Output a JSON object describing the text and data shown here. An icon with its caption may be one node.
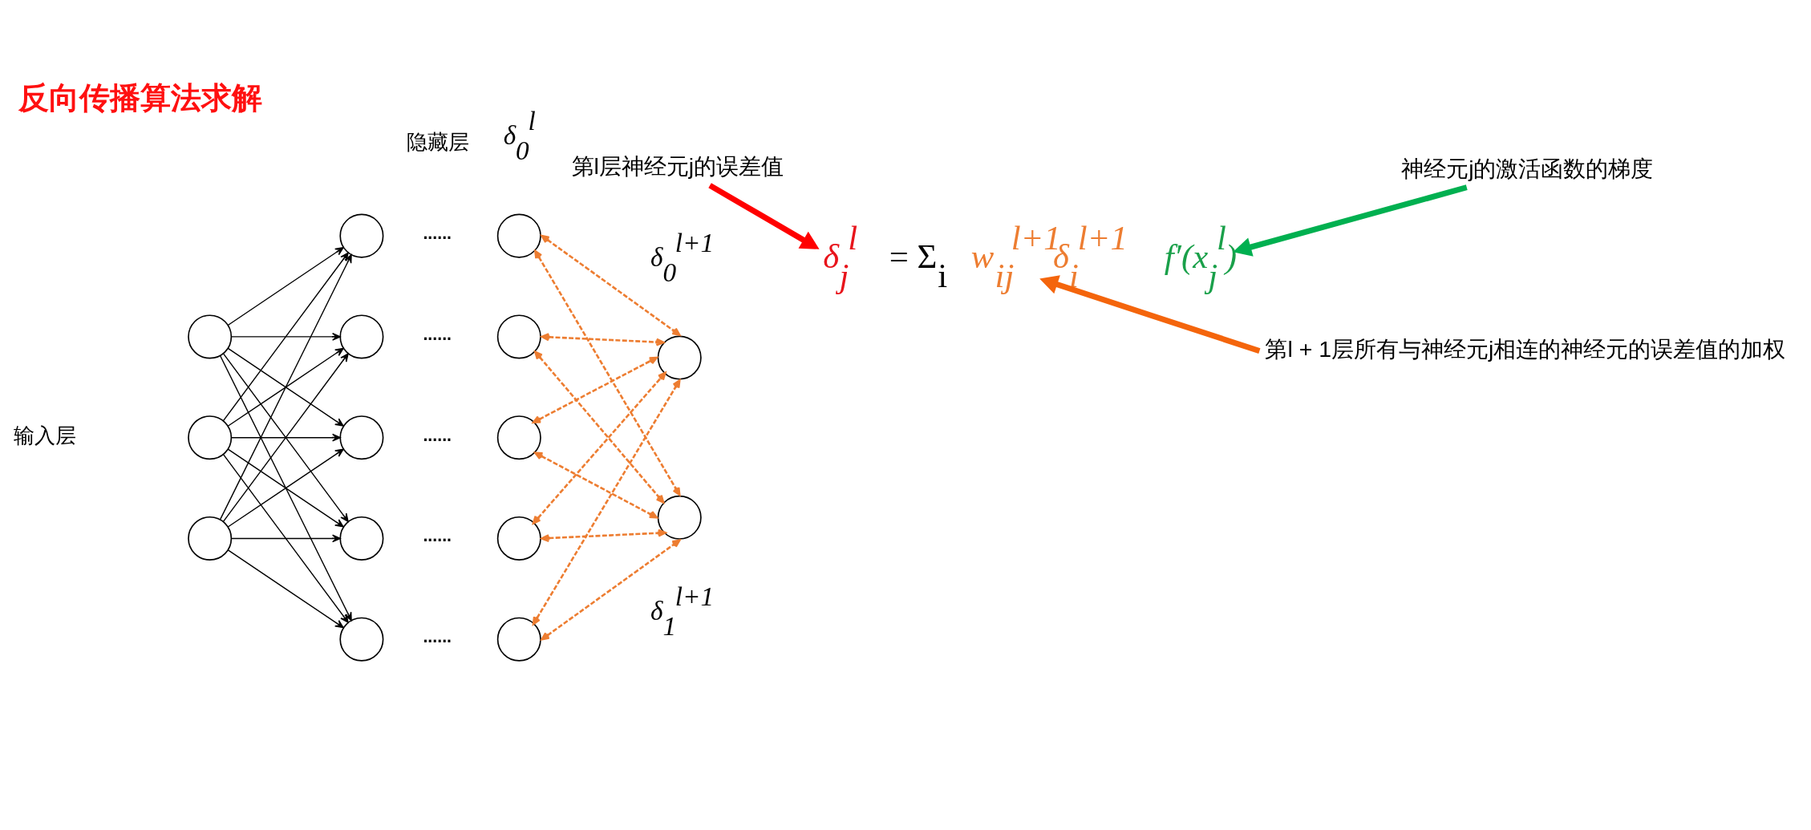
{
  "diagram": {
    "title": "反向传播算法求解",
    "nodes": [
      {
        "text": [],
        "shape": "circle"
      },
      {
        "text": [],
        "shape": "circle"
      },
      {
        "text": [],
        "shape": "circle"
      },
      {
        "text": [],
        "shape": "circle"
      },
      {
        "text": [],
        "shape": "circle"
      },
      {
        "text": [],
        "shape": "circle"
      },
      {
        "text": [],
        "shape": "circle"
      },
      {
        "text": [],
        "shape": "circle"
      },
      {
        "text": [],
        "shape": "circle",
        "beside": [
          "δ$_{0}$$^{l}$"
        ]
      },
      {
        "text": [],
        "shape": "circle"
      },
      {
        "text": [],
        "shape": "circle"
      },
      {
        "text": [],
        "shape": "circle"
      },
      {
        "text": [],
        "shape": "circle"
      },
      {
        "text": [],
        "shape": "circle",
        "beside": [
          "δ$_{0}$$^{l+1}$"
        ]
      },
      {
        "text": [],
        "shape": "circle",
        "beside": [
          "δ$_{1}$$^{l+1}$"
        ]
      },
      {
        "text": [
          "第l层神经元j的误差值"
        ]
      },
      {
        "text": [
          "神经元j的激活函数的梯度"
        ]
      },
      {
        "text": [
          "δ$_{j}$$^{l}$"
        ]
      },
      {
        "text": [
          "w$_{ij}$$^{l+1}$δ$_{i}$$^{l+1}$"
        ]
      },
      {
        "text": [
          "f′(x$_{j}$$^{l}$)"
        ]
      },
      {
        "text": [
          "第l + 1层所有与神经元j相连的神经元的误差值的加权"
        ]
      }
    ],
    "edges": [
      {
        "from": 0,
        "to": 3,
        "arrow": "to"
      },
      {
        "from": 0,
        "to": 4,
        "arrow": "to"
      },
      {
        "from": 0,
        "to": 5,
        "arrow": "to"
      },
      {
        "from": 0,
        "to": 6,
        "arrow": "to"
      },
      {
        "from": 0,
        "to": 7,
        "arrow": "to"
      },
      {
        "from": 1,
        "to": 3,
        "arrow": "to"
      },
      {
        "from": 1,
        "to": 4,
        "arrow": "to"
      },
      {
        "from": 1,
        "to": 5,
        "arrow": "to"
      },
      {
        "from": 1,
        "to": 6,
        "arrow": "to"
      },
      {
        "from": 1,
        "to": 7,
        "arrow": "to"
      },
      {
        "from": 2,
        "to": 3,
        "arrow": "to"
      },
      {
        "from": 2,
        "to": 4,
        "arrow": "to"
      },
      {
        "from": 2,
        "to": 5,
        "arrow": "to"
      },
      {
        "from": 2,
        "to": 6,
        "arrow": "to"
      },
      {
        "from": 2,
        "to": 7,
        "arrow": "to"
      },
      {
        "from": 8,
        "to": 13,
        "arrow": "both",
        "style": "dashed",
        "color": "#ed7d31"
      },
      {
        "from": 8,
        "to": 14,
        "arrow": "both",
        "style": "dashed",
        "color": "#ed7d31"
      },
      {
        "from": 9,
        "to": 13,
        "arrow": "both",
        "style": "dashed",
        "color": "#ed7d31"
      },
      {
        "from": 9,
        "to": 14,
        "arrow": "both",
        "style": "dashed",
        "color": "#ed7d31"
      },
      {
        "from": 10,
        "to": 13,
        "arrow": "both",
        "style": "dashed",
        "color": "#ed7d31"
      },
      {
        "from": 10,
        "to": 14,
        "arrow": "both",
        "style": "dashed",
        "color": "#ed7d31"
      },
      {
        "from": 11,
        "to": 13,
        "arrow": "both",
        "style": "dashed",
        "color": "#ed7d31"
      },
      {
        "from": 11,
        "to": 14,
        "arrow": "both",
        "style": "dashed",
        "color": "#ed7d31"
      },
      {
        "from": 12,
        "to": 13,
        "arrow": "both",
        "style": "dashed",
        "color": "#ed7d31"
      },
      {
        "from": 12,
        "to": 14,
        "arrow": "both",
        "style": "dashed",
        "color": "#ed7d31"
      },
      {
        "from": 15,
        "to": 17,
        "arrow": "to",
        "style": "thick",
        "color": "#ff0000"
      },
      {
        "from": 16,
        "to": 19,
        "arrow": "to",
        "style": "thick",
        "color": "#00b050"
      },
      {
        "from": 20,
        "to": 18,
        "arrow": "to",
        "style": "thick",
        "color": "#f4650c"
      }
    ],
    "labels": [
      "隐藏层",
      "......",
      "......",
      "输入层",
      "......",
      "......",
      "......",
      "= Σ$_{i}$"
    ]
  }
}
